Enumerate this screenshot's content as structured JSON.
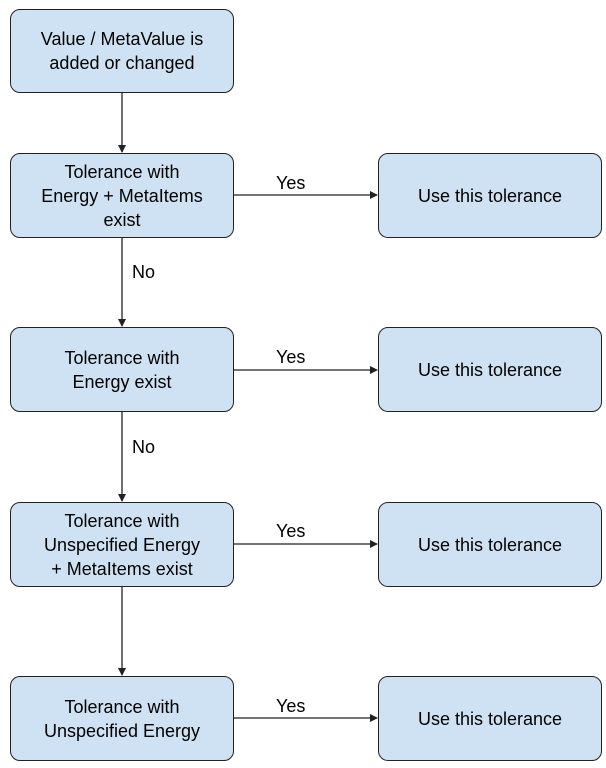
{
  "nodes": {
    "start": "Value / MetaValue is\nadded or changed",
    "q1": "Tolerance with\nEnergy + MetaItems\nexist",
    "q2": "Tolerance with\nEnergy exist",
    "q3": "Tolerance with\nUnspecified Energy\n+ MetaItems exist",
    "q4": "Tolerance with\nUnspecified Energy",
    "r1": "Use this tolerance",
    "r2": "Use this tolerance",
    "r3": "Use this tolerance",
    "r4": "Use this tolerance"
  },
  "edge_labels": {
    "yes1": "Yes",
    "yes2": "Yes",
    "yes3": "Yes",
    "yes4": "Yes",
    "no1": "No",
    "no2": "No"
  },
  "colors": {
    "node_fill": "#cfe2f3",
    "node_border": "#222222",
    "edge": "#222222"
  }
}
